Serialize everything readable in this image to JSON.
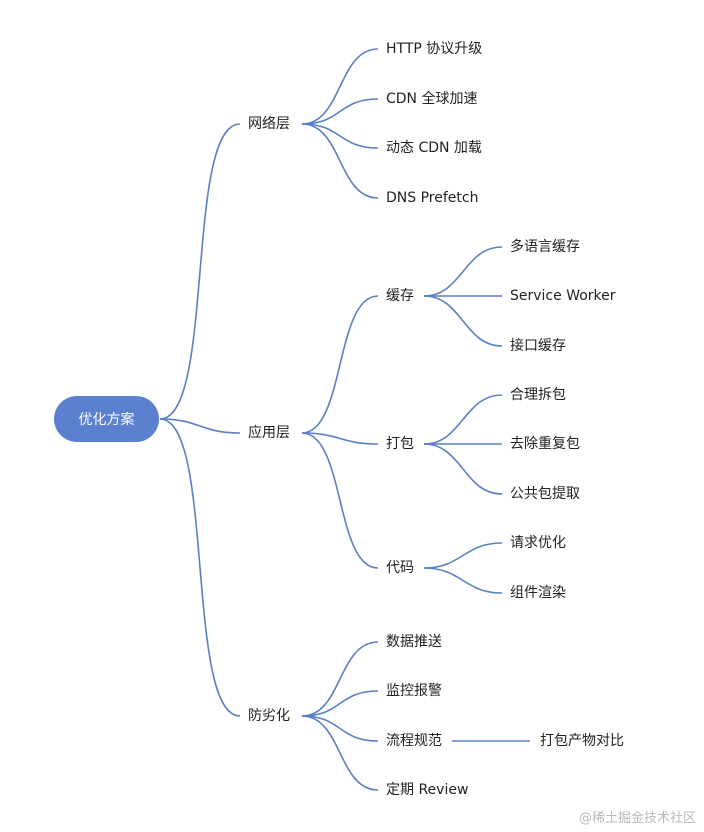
{
  "root": "优化方案",
  "branches": [
    {
      "label": "网络层",
      "children": [
        {
          "label": "HTTP 协议升级"
        },
        {
          "label": "CDN 全球加速"
        },
        {
          "label": "动态 CDN 加载"
        },
        {
          "label": "DNS Prefetch"
        }
      ]
    },
    {
      "label": "应用层",
      "children": [
        {
          "label": "缓存",
          "children": [
            "多语言缓存",
            "Service Worker",
            "接口缓存"
          ]
        },
        {
          "label": "打包",
          "children": [
            "合理拆包",
            "去除重复包",
            "公共包提取"
          ]
        },
        {
          "label": "代码",
          "children": [
            "请求优化",
            "组件渲染"
          ]
        }
      ]
    },
    {
      "label": "防劣化",
      "children": [
        {
          "label": "数据推送"
        },
        {
          "label": "监控报警"
        },
        {
          "label": "流程规范",
          "children": [
            "打包产物对比"
          ]
        },
        {
          "label": "定期 Review"
        }
      ]
    }
  ],
  "watermark": "@稀土掘金技术社区",
  "colors": {
    "line": "#5b7fc4",
    "root_fill": "#5b80cf"
  }
}
